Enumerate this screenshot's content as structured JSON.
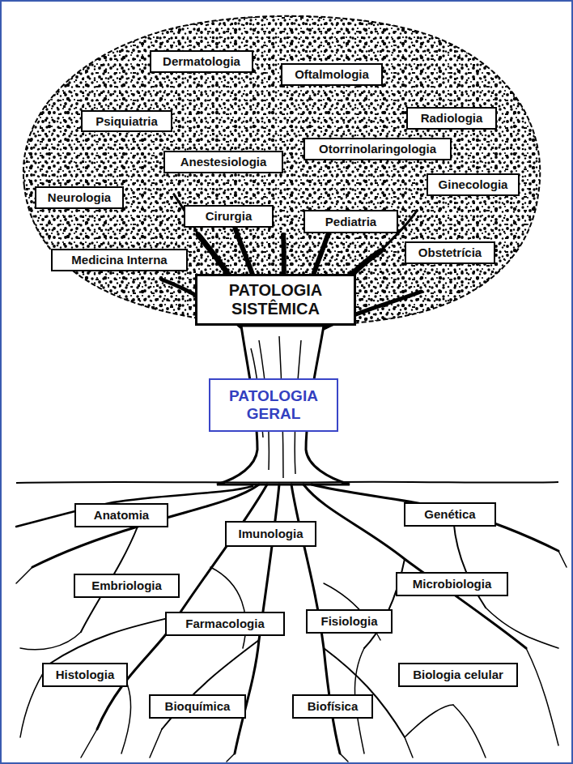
{
  "diagram": {
    "nodes": [
      {
        "text": [
          "Dermatologia"
        ]
      },
      {
        "text": [
          "Oftalmologia"
        ]
      },
      {
        "text": [
          "Psiquiatria"
        ]
      },
      {
        "text": [
          "Radiologia"
        ]
      },
      {
        "text": [
          "Otorrinolaringologia"
        ]
      },
      {
        "text": [
          "Anestesiologia"
        ]
      },
      {
        "text": [
          "Ginecologia"
        ]
      },
      {
        "text": [
          "Neurologia"
        ]
      },
      {
        "text": [
          "Cirurgia"
        ]
      },
      {
        "text": [
          "Pediatria"
        ]
      },
      {
        "text": [
          "Obstetrícia"
        ]
      },
      {
        "text": [
          "Medicina Interna"
        ]
      },
      {
        "text": [
          "PATOLOGIA SISTÊMICA"
        ]
      },
      {
        "text": [
          "PATOLOGIA GERAL"
        ]
      },
      {
        "text": [
          "Anatomia"
        ]
      },
      {
        "text": [
          "Genética"
        ]
      },
      {
        "text": [
          "Imunologia"
        ]
      },
      {
        "text": [
          "Embriologia"
        ]
      },
      {
        "text": [
          "Microbiologia"
        ]
      },
      {
        "text": [
          "Farmacologia"
        ]
      },
      {
        "text": [
          "Fisiologia"
        ]
      },
      {
        "text": [
          "Histologia"
        ]
      },
      {
        "text": [
          "Biologia celular"
        ]
      },
      {
        "text": [
          "Bioquímica"
        ]
      },
      {
        "text": [
          "Biofísica"
        ]
      }
    ]
  }
}
